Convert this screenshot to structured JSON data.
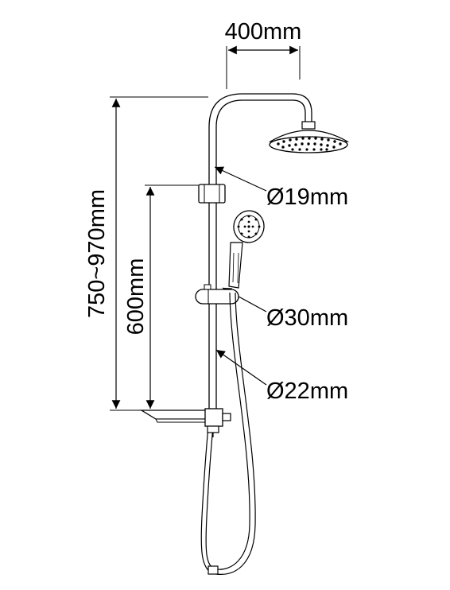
{
  "labels": {
    "width": "400mm",
    "total_height": "750~970mm",
    "slider_height": "600mm",
    "pipe_upper": "Ø19mm",
    "pipe_mid": "Ø30mm",
    "pipe_lower": "Ø22mm"
  },
  "colors": {
    "line": "#000000",
    "background": "#ffffff"
  }
}
